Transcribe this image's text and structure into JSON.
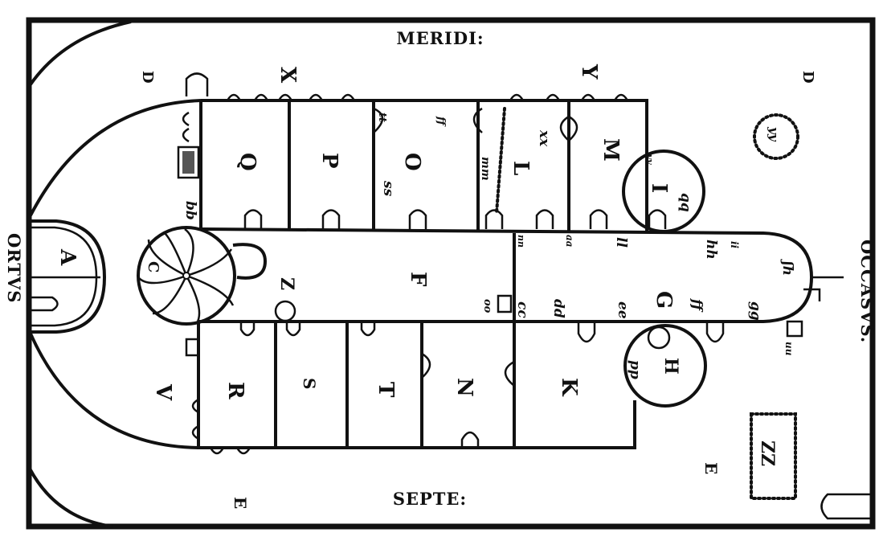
{
  "compass": {
    "south": "MERIDI:",
    "north": "SEPTE:",
    "east": "ORTVS",
    "west": "OCCASVS."
  },
  "room_letters": {
    "A": "A",
    "C": "C",
    "D1": "D",
    "D2": "D",
    "E1": "E",
    "E2": "E",
    "F": "F",
    "G": "G",
    "H": "H",
    "I": "I",
    "K": "K",
    "L": "L",
    "M": "M",
    "N": "N",
    "O": "O",
    "P": "P",
    "Q": "Q",
    "R": "R",
    "S": "S",
    "T": "T",
    "V": "V",
    "X": "X",
    "Y": "Y",
    "Z": "Z"
  },
  "minor_marks": {
    "bb": "bb",
    "tt": "tt",
    "ff_top": "ff",
    "ss": "ss",
    "mm": "mm",
    "xx": "xx",
    "vv": "vv",
    "qq": "qq",
    "yy": "yy",
    "nn": "nn",
    "aa": "aa",
    "ll": "ll",
    "hh": "hh",
    "ii": "ii",
    "sh": "ʃh",
    "gg": "gg",
    "ff": "ff",
    "ee": "ee",
    "dd": "dd",
    "cc": "cc",
    "oo": "oo",
    "pp": "pp",
    "uu": "uu",
    "zz": "ZZ"
  },
  "colors": {
    "ink": "#111111",
    "paper": "#ffffff"
  }
}
